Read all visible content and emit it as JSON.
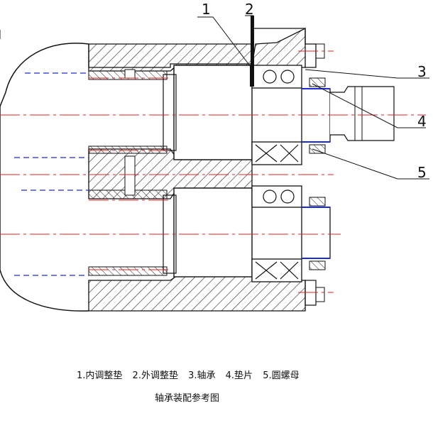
{
  "callouts": [
    "1",
    "2",
    "3",
    "4",
    "5"
  ],
  "legend": {
    "items": [
      "1.内调整垫",
      "2.外调整垫",
      "3.轴承",
      "4.垫片",
      "5.圆螺母"
    ]
  },
  "caption": "轴承装配参考图",
  "colors": {
    "line": "#111111",
    "centerline_red": "#e02020",
    "centerline_blue": "#1a2ad8",
    "hatch": "#222222"
  }
}
